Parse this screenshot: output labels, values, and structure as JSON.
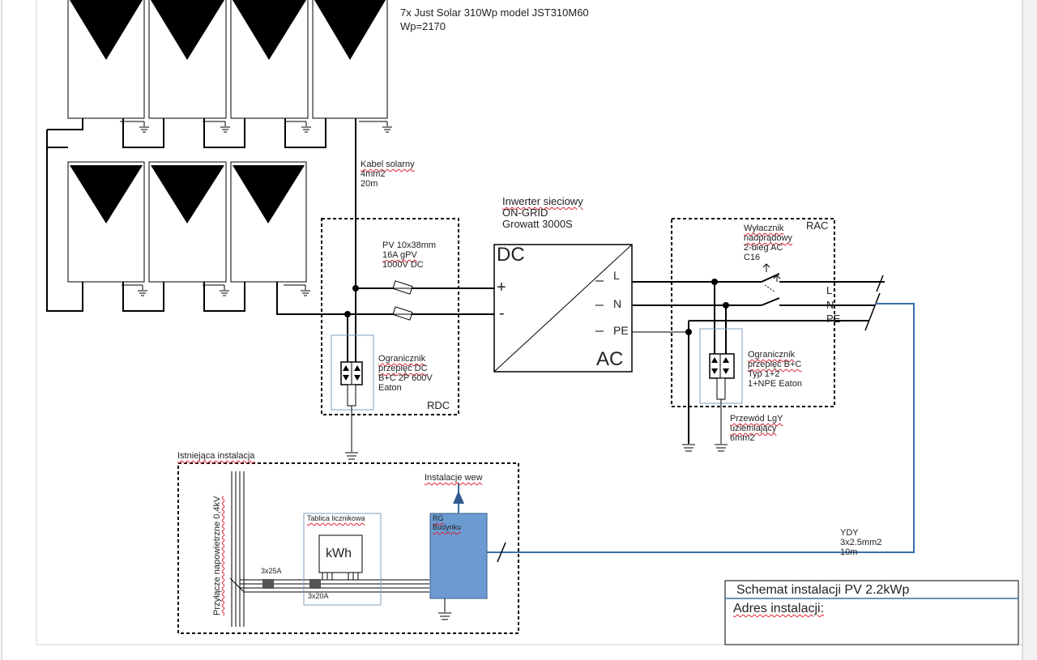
{
  "modules": {
    "title": "7x Just Solar 310Wp model JST310M60",
    "power": "Wp=2170"
  },
  "solar_cable": {
    "line1": "Kabel solarny",
    "line2": "4mm2",
    "line3": "20m"
  },
  "inverter": {
    "line1": "Inwerter sieciowy",
    "line2": "ON-GRID",
    "line3": "Growatt 3000S",
    "dc": "DC",
    "ac": "AC",
    "plus": "+",
    "minus": "-",
    "l": "L",
    "n": "N",
    "pe": "PE"
  },
  "fuse": {
    "line1": "PV 10x38mm",
    "line2": "16A gPV",
    "line3": "1000V DC"
  },
  "rdc": {
    "name": "RDC",
    "spd_line1": "Ogranicznik",
    "spd_line2": "przepięć DC",
    "spd_line3": "B+C 2P 600V",
    "spd_line4": "Eaton"
  },
  "rac": {
    "name": "RAC",
    "breaker_line1": "Wyłacznik",
    "breaker_line2": "nadprądowy",
    "breaker_line3": "2-bieg AC",
    "breaker_line4": "C16",
    "spd_line1": "Ogranicznik",
    "spd_line2": "przepięć B+C",
    "spd_line3": "Typ 1+2",
    "spd_line4": "1+NPE Eaton"
  },
  "grid_lines": {
    "l": "L",
    "n": "N",
    "pe": "PE"
  },
  "earthing_cable": {
    "line1": "Przewód LgY",
    "line2": "uziemiający",
    "line3": "6mm2"
  },
  "existing": {
    "title": "Istniejąca instalacja",
    "connection": "Przyłącze napowietrzne 0,4kV",
    "fuse_main": "3x25A",
    "fuse_meter": "3x20A",
    "meter_board": "Tablica licznikowa",
    "meter": "kWh",
    "rg_line1": "RG",
    "rg_line2": "Budynku",
    "internal": "Instalacje wew"
  },
  "ac_cable": {
    "line1": "YDY",
    "line2": "3x2.5mm2",
    "line3": "10m"
  },
  "title_block": {
    "title": "Schemat instalacji PV 2.2kWp",
    "address": "Adres instalacji:"
  },
  "colors": {
    "ac_cable": "#3b6fa6",
    "rg_box": "#6b9bd1",
    "line": "#000000",
    "spd_frame": "#7f9fbf"
  }
}
